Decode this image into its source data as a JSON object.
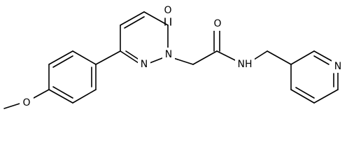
{
  "molecule": {
    "atom_labels": {
      "ketone_oxygen": "O",
      "pyridazinone_n1": "N",
      "pyridazinone_n2": "N",
      "amide_oxygen": "O",
      "amide_nitrogen": "NH",
      "pyridine_nitrogen": "N",
      "methoxy_oxygen": "O"
    },
    "colors": {
      "bond": "#000000",
      "label": "#000000",
      "background": "#ffffff"
    }
  }
}
